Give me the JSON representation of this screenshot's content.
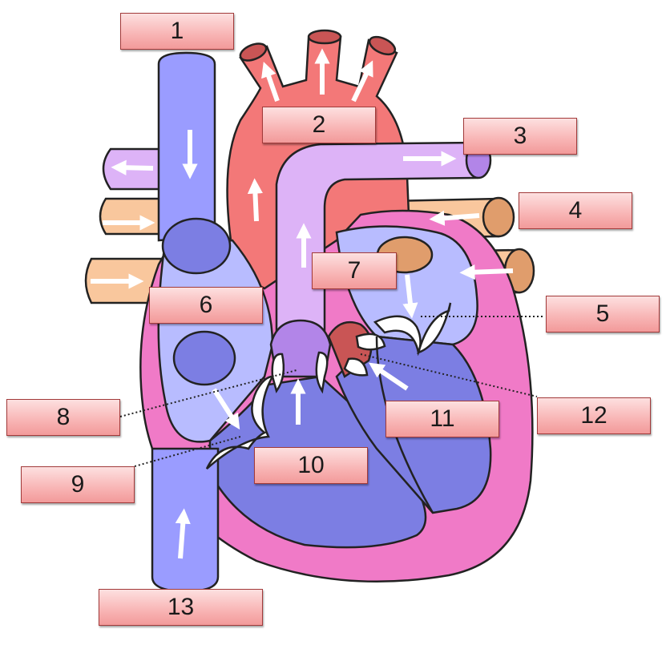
{
  "labels": {
    "l1": "1",
    "l2": "2",
    "l3": "3",
    "l4": "4",
    "l5": "5",
    "l6": "6",
    "l7": "7",
    "l8": "8",
    "l9": "9",
    "l10": "10",
    "l11": "11",
    "l12": "12",
    "l13": "13"
  },
  "colors": {
    "vena_cava": "#9a9cff",
    "aorta": "#f37878",
    "pulmonary_artery": "#ddb3f7",
    "pulmonary_vein": "#f9c79d",
    "heart_wall": "#f07ac7",
    "right_chambers": "#b8bcff",
    "ventricle_dark": "#7c7ee3",
    "valve": "#ffffff",
    "label_fill": "#f8b4b4",
    "label_border": "#a23a3a"
  }
}
